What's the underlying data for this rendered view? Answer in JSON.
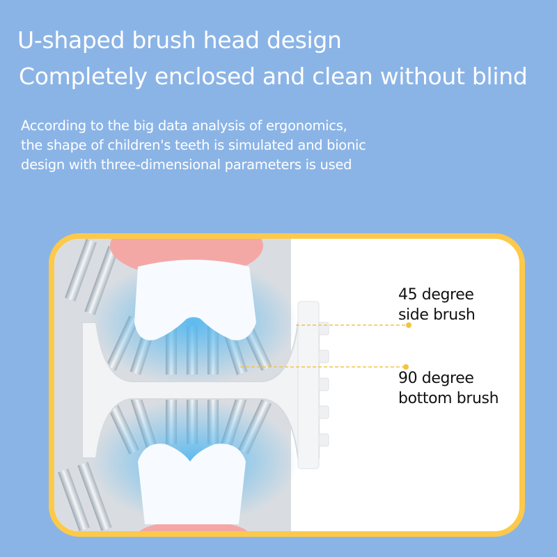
{
  "header": {
    "title": "U-shaped brush head design",
    "subtitle": "Completely enclosed and clean without blind"
  },
  "description": [
    "According to the big data analysis of ergonomics,",
    "the shape of children's teeth is simulated and bionic",
    "design with three-dimensional parameters is used"
  ],
  "callouts": [
    {
      "line1": "45 degree",
      "line2": "side brush"
    },
    {
      "line1": "90 degree",
      "line2": "bottom brush"
    }
  ],
  "colors": {
    "background": "#8bb4e6",
    "frame_border": "#fcc94a",
    "callout_dot": "#f2c443",
    "glow": "#4fb6f0"
  }
}
